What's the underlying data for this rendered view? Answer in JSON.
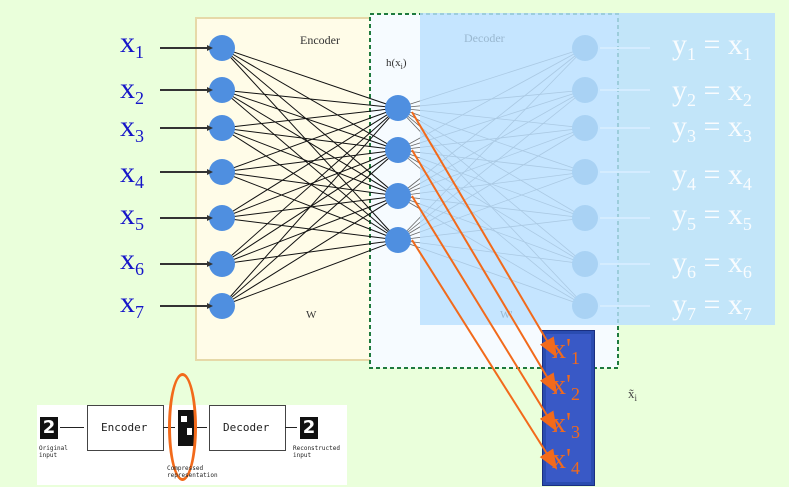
{
  "network": {
    "encoder_title": "Encoder",
    "decoder_title": "Decoder",
    "hidden_label": "h(x",
    "hidden_label_sub": "i",
    "hidden_label_close": ")",
    "weight_label": "W",
    "weight_label_decoder": "W'",
    "output_vector_label": "x̃",
    "output_vector_sub": "i"
  },
  "inputs": [
    {
      "base": "x",
      "sub": "1"
    },
    {
      "base": "x",
      "sub": "2"
    },
    {
      "base": "x",
      "sub": "3"
    },
    {
      "base": "x",
      "sub": "4"
    },
    {
      "base": "x",
      "sub": "5"
    },
    {
      "base": "x",
      "sub": "6"
    },
    {
      "base": "x",
      "sub": "7"
    }
  ],
  "outputs": [
    {
      "ybase": "y",
      "ysub": "1",
      "eq": " = ",
      "xbase": "x",
      "xsub": "1"
    },
    {
      "ybase": "y",
      "ysub": "2",
      "eq": " = ",
      "xbase": "x",
      "xsub": "2"
    },
    {
      "ybase": "y",
      "ysub": "3",
      "eq": " = ",
      "xbase": "x",
      "xsub": "3"
    },
    {
      "ybase": "y",
      "ysub": "4",
      "eq": " = ",
      "xbase": "x",
      "xsub": "4"
    },
    {
      "ybase": "y",
      "ysub": "5",
      "eq": " = ",
      "xbase": "x",
      "xsub": "5"
    },
    {
      "ybase": "y",
      "ysub": "6",
      "eq": " = ",
      "xbase": "x",
      "xsub": "6"
    },
    {
      "ybase": "y",
      "ysub": "7",
      "eq": " = ",
      "xbase": "x",
      "xsub": "7"
    }
  ],
  "latent": [
    {
      "base": "x'",
      "sub": "1"
    },
    {
      "base": "x'",
      "sub": "2"
    },
    {
      "base": "x'",
      "sub": "3"
    },
    {
      "base": "x'",
      "sub": "4"
    }
  ],
  "mini": {
    "digit": "2",
    "encoder": "Encoder",
    "decoder": "Decoder",
    "original_line1": "Original",
    "original_line2": "input",
    "compressed_line1": "Compressed",
    "compressed_line2": "representation",
    "reconstructed_line1": "Reconstructed",
    "reconstructed_line2": "input"
  },
  "colors": {
    "node": "#4f8fe0",
    "decoder_overlay": "#bfe2ff",
    "input_text": "#1515c8",
    "arrow": "#f26a1b",
    "latent_box": "#2a4cb0"
  }
}
